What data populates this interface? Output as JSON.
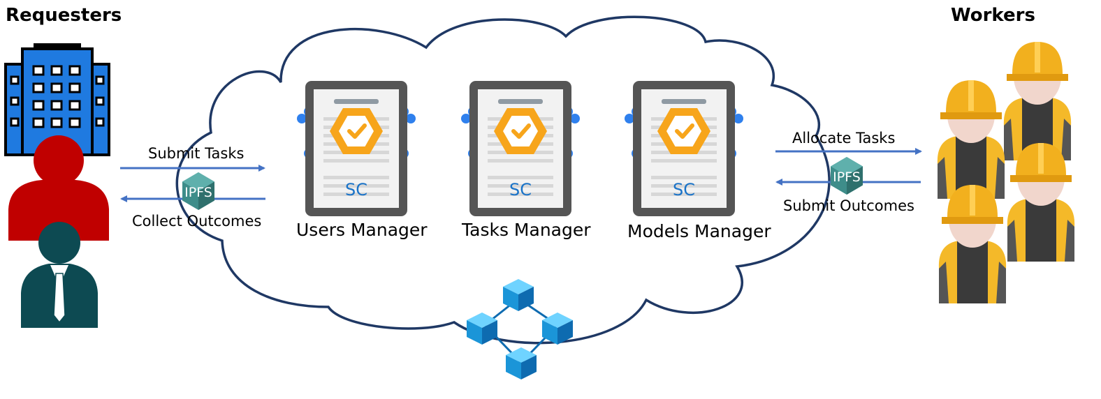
{
  "requesters": {
    "heading": "Requesters"
  },
  "workers": {
    "heading": "Workers"
  },
  "flows": {
    "submit_tasks": "Submit Tasks",
    "collect_outcomes": "Collect Outcomes",
    "allocate_tasks": "Allocate Tasks",
    "submit_outcomes": "Submit Outcomes"
  },
  "ipfs_badge": "IPFS",
  "contracts": [
    {
      "badge": "SC",
      "label": "Users Manager"
    },
    {
      "badge": "SC",
      "label": "Tasks Manager"
    },
    {
      "badge": "SC",
      "label": "Models Manager"
    }
  ],
  "colors": {
    "arrow": "#4472c4",
    "cloud_stroke": "#1f3864",
    "doc_frame": "#555555",
    "hexagon": "#f7a51b",
    "sc_text": "#1a73c8",
    "circuit_dot": "#2f80ed",
    "ipfs_hex": "#3e8d8a",
    "building": "#1f7ae0",
    "requester_red": "#c00000",
    "requester_teal": "#0d4a52",
    "helmet": "#f2b01e",
    "blockchain_cube": "#1b95d8"
  },
  "icons": [
    "building-icon",
    "requester-person-icon",
    "manager-person-icon",
    "smart-contract-icon",
    "ipfs-icon",
    "worker-icon",
    "blockchain-icon"
  ]
}
